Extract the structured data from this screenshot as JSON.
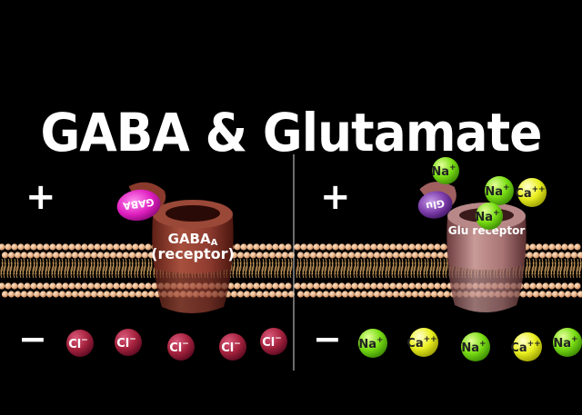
{
  "title": "GABA & Glutamate",
  "left": {
    "charge_top": "+",
    "charge_bottom": "−",
    "ligand_label": "GABA",
    "receptor_label_main": "GABA",
    "receptor_label_sub": "A",
    "receptor_label_paren": "(receptor)",
    "ion_label": "Cl",
    "ion_charge": "−",
    "colors": {
      "receptor": "#8e3b2f",
      "ligand": "#e020c0",
      "ion": "#a8243f"
    }
  },
  "right": {
    "charge_top": "+",
    "charge_bottom": "−",
    "ligand_label": "Glu",
    "receptor_label": "Glu receptor",
    "sodium_label": "Na",
    "sodium_charge": "+",
    "calcium_label": "Ca",
    "calcium_charge": "++",
    "colors": {
      "receptor": "#9c6868",
      "ligand": "#7a3aa8",
      "sodium": "#6cd80c",
      "calcium": "#e6ec10"
    }
  },
  "membrane_color": "#e8b890"
}
